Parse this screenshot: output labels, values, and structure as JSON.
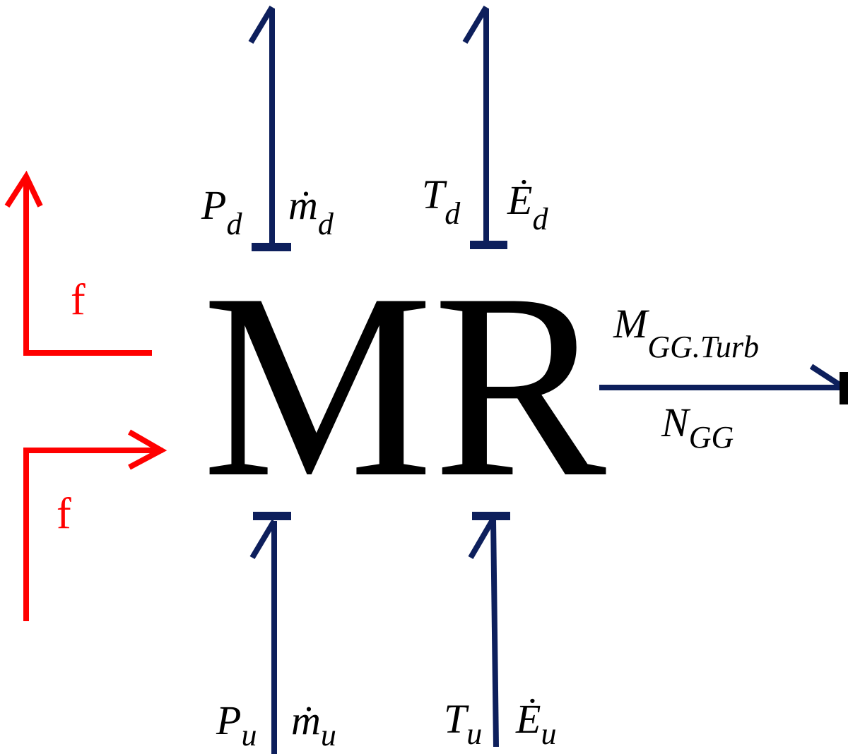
{
  "colors": {
    "bond": "#0d1f5c",
    "flag": "#ff0000",
    "text": "#000000",
    "background": "#ffffff"
  },
  "element": {
    "label": "MR"
  },
  "flags": {
    "upper": "f",
    "lower": "f"
  },
  "ports": {
    "top_left": {
      "effort": "P",
      "effort_sub": "d",
      "flow": "ṁ",
      "flow_sub": "d"
    },
    "top_right": {
      "effort": "T",
      "effort_sub": "d",
      "flow": "Ė",
      "flow_sub": "d"
    },
    "bottom_left": {
      "effort": "P",
      "effort_sub": "u",
      "flow": "ṁ",
      "flow_sub": "u"
    },
    "bottom_right": {
      "effort": "T",
      "effort_sub": "u",
      "flow": "Ė",
      "flow_sub": "u"
    },
    "right": {
      "effort": "M",
      "effort_sub": "GG.Turb",
      "flow": "N",
      "flow_sub": "GG"
    }
  }
}
